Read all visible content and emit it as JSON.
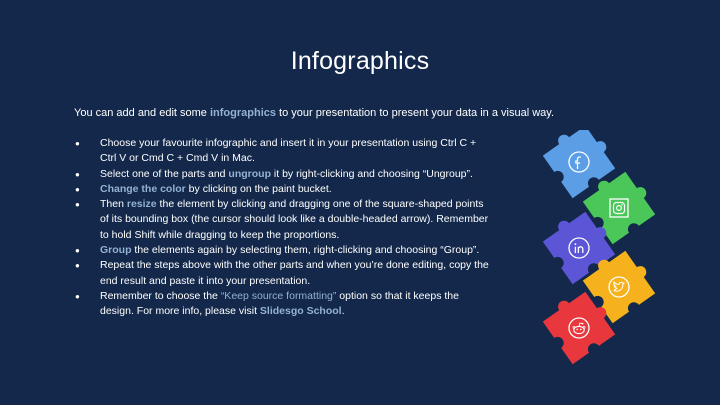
{
  "slide": {
    "title": "Infographics",
    "intro": {
      "before": "You can add and edit some ",
      "highlight": "infographics",
      "after": " to your presentation to present your data in a visual way."
    },
    "bullets": [
      {
        "parts": [
          "Choose your favourite infographic and insert it in your presentation using Ctrl C + Ctrl V or Cmd C + Cmd V in Mac."
        ]
      },
      {
        "parts": [
          "Select one of the parts and ",
          "ungroup",
          " it by right-clicking and choosing “Ungroup”."
        ]
      },
      {
        "parts": [
          "",
          "Change the color",
          " by clicking on the paint bucket."
        ]
      },
      {
        "parts": [
          "Then ",
          "resize",
          " the element by clicking and dragging one of the square-shaped points of its bounding box (the cursor should look like a double-headed arrow). Remember to hold Shift while dragging to keep the proportions."
        ]
      },
      {
        "parts": [
          "",
          "Group",
          " the elements again by selecting them, right-clicking and choosing “Group”."
        ]
      },
      {
        "parts": [
          "Repeat the steps above with the other parts and when you’re done editing, copy the end result and paste it into your presentation."
        ]
      },
      {
        "parts": [
          "Remember to choose the ",
          "“Keep source formatting”",
          " option so that it keeps the design. For more info, please visit ",
          "Slidesgo School",
          "."
        ]
      }
    ]
  },
  "puzzle": {
    "pieces": [
      {
        "icon": "facebook-icon",
        "color": "#5b9ee6"
      },
      {
        "icon": "instagram-icon",
        "color": "#4bc75a"
      },
      {
        "icon": "linkedin-icon",
        "color": "#5c55d6"
      },
      {
        "icon": "twitter-icon",
        "color": "#f6b21c"
      },
      {
        "icon": "reddit-icon",
        "color": "#e8383d"
      }
    ]
  },
  "colors": {
    "background": "#13284a",
    "highlight": "#93b2d6",
    "text": "#ffffff"
  }
}
